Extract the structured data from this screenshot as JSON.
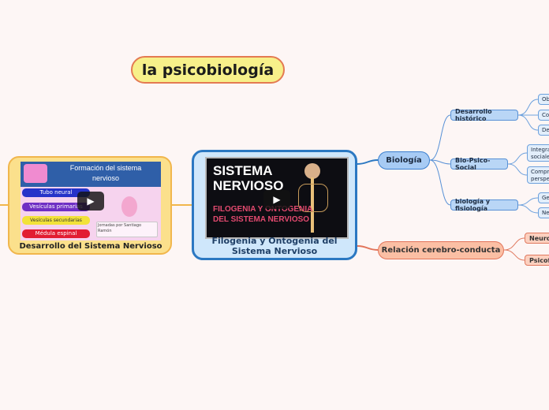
{
  "title": "la psicobiología",
  "central": {
    "caption": "Filogenia y Ontogenia del Sistema Nervioso",
    "video": {
      "heading_line1": "SISTEMA",
      "heading_line2": "NERVIOSO",
      "subtitle_line1": "FILOGENIA Y ONTOGENIA",
      "subtitle_line2": "DEL SISTEMA NERVIOSO"
    }
  },
  "left_node": {
    "caption": "Desarrollo del Sistema Nervioso",
    "video": {
      "title_line1": "Formación del sistema",
      "title_line2": "nervioso",
      "labels": [
        "Tubo neural",
        "Vesículas primarias",
        "Vesículas secundarias",
        "Médula espinal"
      ],
      "footer": "Jornadas por Santiago Ramón"
    }
  },
  "branches": {
    "biologia": {
      "label": "Biología",
      "children": [
        {
          "label": "Desarrollo histórico",
          "leaves": [
            "Ob",
            "Co",
            "De"
          ]
        },
        {
          "label": "Bio-Psico-Social",
          "leaves": [
            "Integra sociale",
            "Compr perspe"
          ]
        },
        {
          "label": "biología y fisiología",
          "leaves": [
            "Ge",
            "Ne"
          ]
        }
      ]
    },
    "relacion": {
      "label": "Relación cerebro-conducta",
      "children": [
        {
          "label": "Neuro"
        },
        {
          "label": "Psicofi"
        }
      ]
    }
  },
  "colors": {
    "background": "#fdf6f5",
    "central_border": "#2b78c2",
    "central_fill": "#cfe7fb",
    "blue_branch": "#3a7fcf",
    "salmon_branch": "#e2745a",
    "left_branch": "#f1b64c",
    "title_fill": "#f7f08a"
  }
}
